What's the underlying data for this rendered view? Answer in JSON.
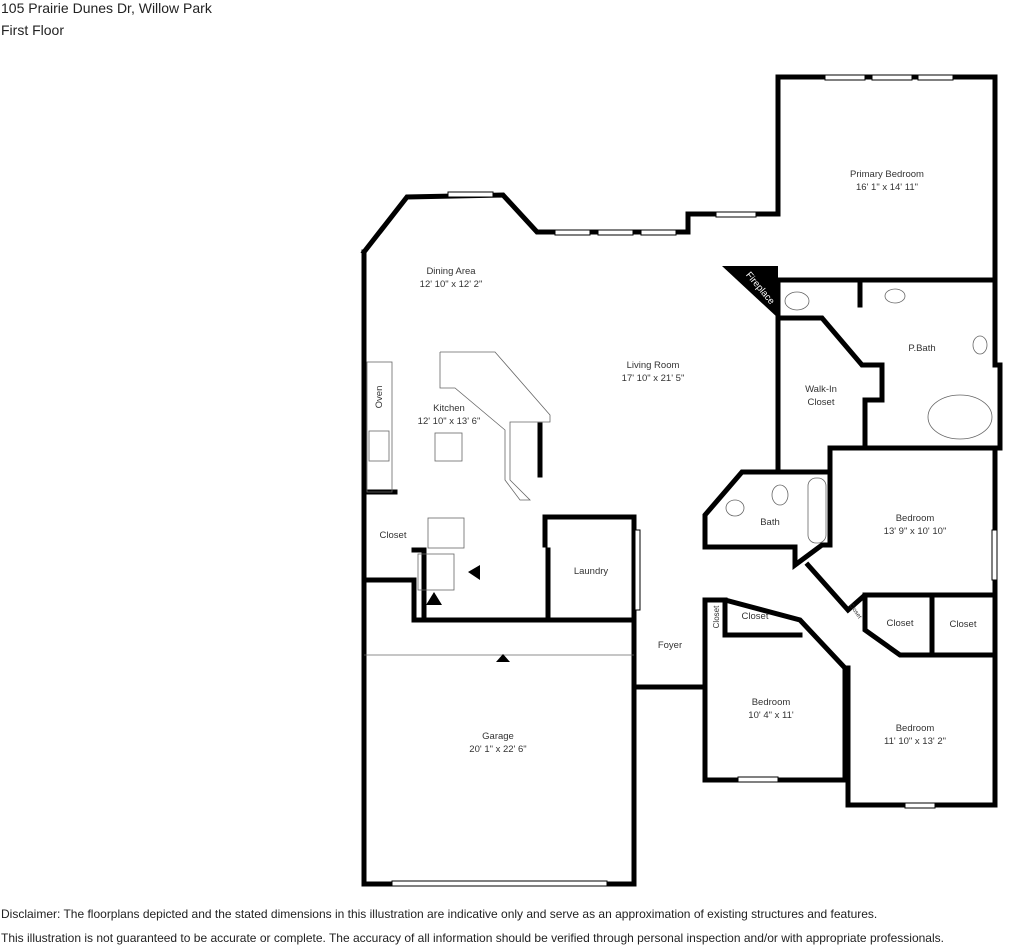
{
  "header": {
    "address": "105 Prairie Dunes Dr, Willow Park",
    "floor": "First Floor"
  },
  "rooms": {
    "primary_bedroom": {
      "name": "Primary Bedroom",
      "dims": "16' 1\" x 14' 11\""
    },
    "dining": {
      "name": "Dining Area",
      "dims": "12' 10\" x 12' 2\""
    },
    "living": {
      "name": "Living Room",
      "dims": "17' 10\" x 21' 5\""
    },
    "kitchen": {
      "name": "Kitchen",
      "dims": "12' 10\" x 13' 6\""
    },
    "oven": {
      "name": "Oven"
    },
    "fireplace": {
      "name": "Fireplace"
    },
    "pbath": {
      "name": "P.Bath"
    },
    "walkin": {
      "name1": "Walk-In",
      "name2": "Closet"
    },
    "bath": {
      "name": "Bath"
    },
    "bedroom2": {
      "name": "Bedroom",
      "dims": "13' 9\" x 10' 10\""
    },
    "closet_kitchen": {
      "name": "Closet"
    },
    "laundry": {
      "name": "Laundry"
    },
    "foyer": {
      "name": "Foyer"
    },
    "closet_a": {
      "name": "Closet"
    },
    "closet_b": {
      "name": "Closet"
    },
    "closet_c": {
      "name": "Closet"
    },
    "closet_d": {
      "name": "Closet"
    },
    "closet_e": {
      "name": "Closet"
    },
    "bedroom3": {
      "name": "Bedroom",
      "dims": "10' 4\" x 11'"
    },
    "bedroom4": {
      "name": "Bedroom",
      "dims": "11' 10\" x 13' 2\""
    },
    "garage": {
      "name": "Garage",
      "dims": "20' 1\" x 22' 6\""
    }
  },
  "disclaimer": {
    "line1": "Disclaimer: The floorplans depicted and the stated dimensions in this illustration are indicative only and serve as an approximation of existing structures and features.",
    "line2": "This illustration is not guaranteed to be accurate or complete. The accuracy of all information should be verified through personal inspection and/or with appropriate professionals."
  }
}
